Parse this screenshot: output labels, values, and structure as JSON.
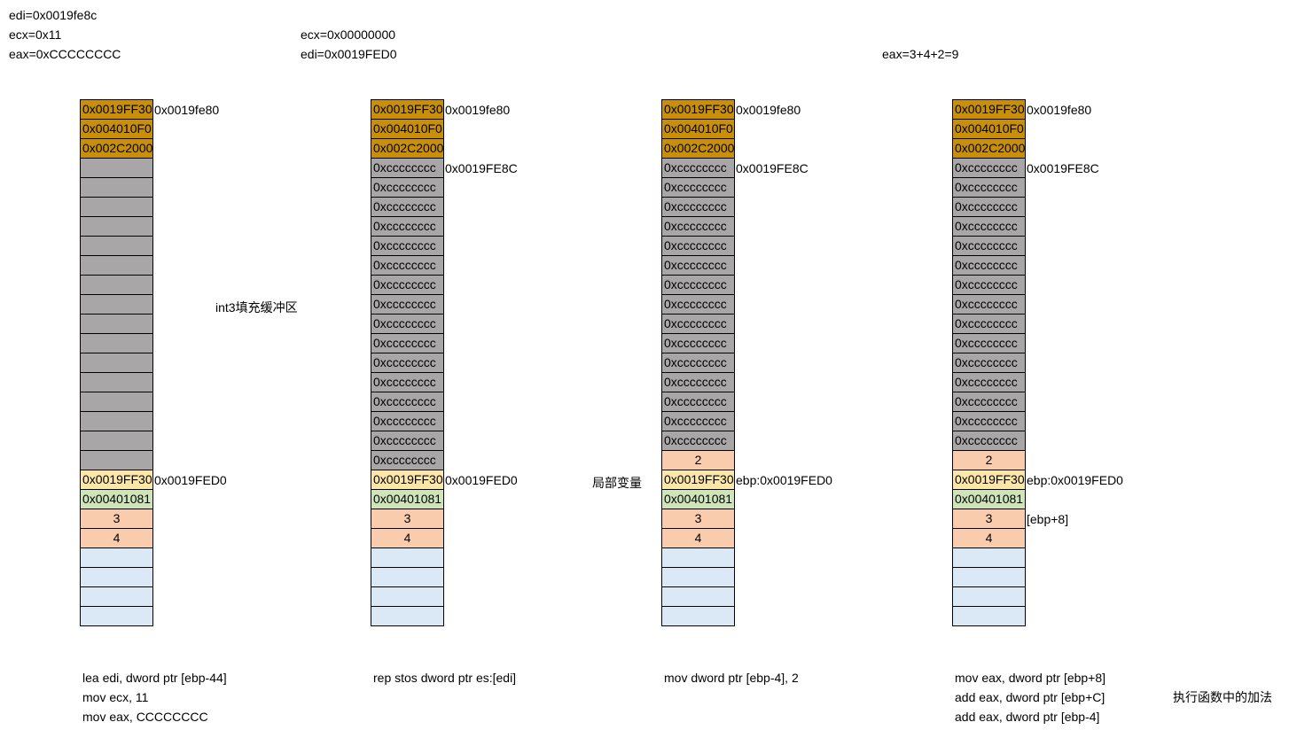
{
  "colors": {
    "gold": "#c8900a",
    "gray": "#a8a6a6",
    "pale_yellow": "#fde7a8",
    "pale_green": "#cfe5b9",
    "salmon": "#f8ccac",
    "light_blue": "#dbe9f6",
    "border": "#000000"
  },
  "top_notes": {
    "col1": [
      "edi=0x0019fe8c",
      "ecx=0x11",
      "eax=0xCCCCCCCC"
    ],
    "col2": [
      "ecx=0x00000000",
      "edi=0x0019FED0"
    ],
    "col4": [
      "eax=3+4+2=9"
    ]
  },
  "stacks": [
    {
      "cells": [
        {
          "text": "0x0019FF30",
          "color": "gold"
        },
        {
          "text": "0x004010F0",
          "color": "gold"
        },
        {
          "text": "0x002C2000",
          "color": "gold"
        },
        {
          "text": "",
          "color": "gray"
        },
        {
          "text": "",
          "color": "gray"
        },
        {
          "text": "",
          "color": "gray"
        },
        {
          "text": "",
          "color": "gray"
        },
        {
          "text": "",
          "color": "gray"
        },
        {
          "text": "",
          "color": "gray"
        },
        {
          "text": "",
          "color": "gray"
        },
        {
          "text": "",
          "color": "gray"
        },
        {
          "text": "",
          "color": "gray"
        },
        {
          "text": "",
          "color": "gray"
        },
        {
          "text": "",
          "color": "gray"
        },
        {
          "text": "",
          "color": "gray"
        },
        {
          "text": "",
          "color": "gray"
        },
        {
          "text": "",
          "color": "gray"
        },
        {
          "text": "",
          "color": "gray"
        },
        {
          "text": "",
          "color": "gray"
        },
        {
          "text": "0x0019FF30",
          "color": "pale_yellow"
        },
        {
          "text": "0x00401081",
          "color": "pale_green"
        },
        {
          "text": "3",
          "color": "salmon",
          "center": true
        },
        {
          "text": "4",
          "color": "salmon",
          "center": true
        },
        {
          "text": "",
          "color": "light_blue"
        },
        {
          "text": "",
          "color": "light_blue"
        },
        {
          "text": "",
          "color": "light_blue"
        },
        {
          "text": "",
          "color": "light_blue"
        }
      ],
      "side_labels": [
        {
          "row": 0,
          "text": "0x0019fe80"
        },
        {
          "row": 19,
          "text": "0x0019FED0"
        }
      ],
      "instructions": [
        "lea edi, dword ptr [ebp-44]",
        "mov ecx, 11",
        "mov eax, CCCCCCCC"
      ]
    },
    {
      "cells": [
        {
          "text": "0x0019FF30",
          "color": "gold"
        },
        {
          "text": "0x004010F0",
          "color": "gold"
        },
        {
          "text": "0x002C2000",
          "color": "gold"
        },
        {
          "text": "0xcccccccc",
          "color": "gray"
        },
        {
          "text": "0xcccccccc",
          "color": "gray"
        },
        {
          "text": "0xcccccccc",
          "color": "gray"
        },
        {
          "text": "0xcccccccc",
          "color": "gray"
        },
        {
          "text": "0xcccccccc",
          "color": "gray"
        },
        {
          "text": "0xcccccccc",
          "color": "gray"
        },
        {
          "text": "0xcccccccc",
          "color": "gray"
        },
        {
          "text": "0xcccccccc",
          "color": "gray"
        },
        {
          "text": "0xcccccccc",
          "color": "gray"
        },
        {
          "text": "0xcccccccc",
          "color": "gray"
        },
        {
          "text": "0xcccccccc",
          "color": "gray"
        },
        {
          "text": "0xcccccccc",
          "color": "gray"
        },
        {
          "text": "0xcccccccc",
          "color": "gray"
        },
        {
          "text": "0xcccccccc",
          "color": "gray"
        },
        {
          "text": "0xcccccccc",
          "color": "gray"
        },
        {
          "text": "0xcccccccc",
          "color": "gray"
        },
        {
          "text": "0x0019FF30",
          "color": "pale_yellow"
        },
        {
          "text": "0x00401081",
          "color": "pale_green"
        },
        {
          "text": "3",
          "color": "salmon",
          "center": true
        },
        {
          "text": "4",
          "color": "salmon",
          "center": true
        },
        {
          "text": "",
          "color": "light_blue"
        },
        {
          "text": "",
          "color": "light_blue"
        },
        {
          "text": "",
          "color": "light_blue"
        },
        {
          "text": "",
          "color": "light_blue"
        }
      ],
      "side_labels": [
        {
          "row": 0,
          "text": "0x0019fe80"
        },
        {
          "row": 3,
          "text": "0x0019FE8C"
        },
        {
          "row": 19,
          "text": "0x0019FED0"
        }
      ],
      "instructions": [
        "rep stos dword ptr es:[edi]"
      ]
    },
    {
      "cells": [
        {
          "text": "0x0019FF30",
          "color": "gold"
        },
        {
          "text": "0x004010F0",
          "color": "gold"
        },
        {
          "text": "0x002C2000",
          "color": "gold"
        },
        {
          "text": "0xcccccccc",
          "color": "gray"
        },
        {
          "text": "0xcccccccc",
          "color": "gray"
        },
        {
          "text": "0xcccccccc",
          "color": "gray"
        },
        {
          "text": "0xcccccccc",
          "color": "gray"
        },
        {
          "text": "0xcccccccc",
          "color": "gray"
        },
        {
          "text": "0xcccccccc",
          "color": "gray"
        },
        {
          "text": "0xcccccccc",
          "color": "gray"
        },
        {
          "text": "0xcccccccc",
          "color": "gray"
        },
        {
          "text": "0xcccccccc",
          "color": "gray"
        },
        {
          "text": "0xcccccccc",
          "color": "gray"
        },
        {
          "text": "0xcccccccc",
          "color": "gray"
        },
        {
          "text": "0xcccccccc",
          "color": "gray"
        },
        {
          "text": "0xcccccccc",
          "color": "gray"
        },
        {
          "text": "0xcccccccc",
          "color": "gray"
        },
        {
          "text": "0xcccccccc",
          "color": "gray"
        },
        {
          "text": "2",
          "color": "salmon",
          "center": true
        },
        {
          "text": "0x0019FF30",
          "color": "pale_yellow"
        },
        {
          "text": "0x00401081",
          "color": "pale_green"
        },
        {
          "text": "3",
          "color": "salmon",
          "center": true
        },
        {
          "text": "4",
          "color": "salmon",
          "center": true
        },
        {
          "text": "",
          "color": "light_blue"
        },
        {
          "text": "",
          "color": "light_blue"
        },
        {
          "text": "",
          "color": "light_blue"
        },
        {
          "text": "",
          "color": "light_blue"
        }
      ],
      "side_labels": [
        {
          "row": 0,
          "text": "0x0019fe80"
        },
        {
          "row": 3,
          "text": "0x0019FE8C"
        },
        {
          "row": 19,
          "text": "ebp:0x0019FED0"
        }
      ],
      "instructions": [
        "mov dword ptr [ebp-4], 2"
      ]
    },
    {
      "cells": [
        {
          "text": "0x0019FF30",
          "color": "gold"
        },
        {
          "text": "0x004010F0",
          "color": "gold"
        },
        {
          "text": "0x002C2000",
          "color": "gold"
        },
        {
          "text": "0xcccccccc",
          "color": "gray"
        },
        {
          "text": "0xcccccccc",
          "color": "gray"
        },
        {
          "text": "0xcccccccc",
          "color": "gray"
        },
        {
          "text": "0xcccccccc",
          "color": "gray"
        },
        {
          "text": "0xcccccccc",
          "color": "gray"
        },
        {
          "text": "0xcccccccc",
          "color": "gray"
        },
        {
          "text": "0xcccccccc",
          "color": "gray"
        },
        {
          "text": "0xcccccccc",
          "color": "gray"
        },
        {
          "text": "0xcccccccc",
          "color": "gray"
        },
        {
          "text": "0xcccccccc",
          "color": "gray"
        },
        {
          "text": "0xcccccccc",
          "color": "gray"
        },
        {
          "text": "0xcccccccc",
          "color": "gray"
        },
        {
          "text": "0xcccccccc",
          "color": "gray"
        },
        {
          "text": "0xcccccccc",
          "color": "gray"
        },
        {
          "text": "0xcccccccc",
          "color": "gray"
        },
        {
          "text": "2",
          "color": "salmon",
          "center": true
        },
        {
          "text": "0x0019FF30",
          "color": "pale_yellow"
        },
        {
          "text": "0x00401081",
          "color": "pale_green"
        },
        {
          "text": "3",
          "color": "salmon",
          "center": true
        },
        {
          "text": "4",
          "color": "salmon",
          "center": true
        },
        {
          "text": "",
          "color": "light_blue"
        },
        {
          "text": "",
          "color": "light_blue"
        },
        {
          "text": "",
          "color": "light_blue"
        },
        {
          "text": "",
          "color": "light_blue"
        }
      ],
      "side_labels": [
        {
          "row": 0,
          "text": "0x0019fe80"
        },
        {
          "row": 3,
          "text": "0x0019FE8C"
        },
        {
          "row": 19,
          "text": "ebp:0x0019FED0"
        },
        {
          "row": 21,
          "text": "[ebp+8]"
        }
      ],
      "instructions": [
        "mov eax, dword ptr [ebp+8]",
        "add eax, dword ptr [ebp+C]",
        "add eax, dword ptr [ebp-4]"
      ]
    }
  ],
  "annotations": {
    "int3_fill": "int3填充缓冲区",
    "local_var": "局部变量",
    "exec_add": "执行函数中的加法"
  }
}
